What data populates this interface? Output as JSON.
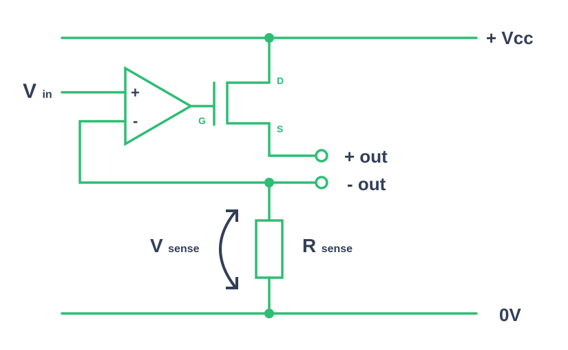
{
  "diagram": {
    "type": "circuit-schematic",
    "title": "Voltage-controlled current source with sense resistor",
    "colors": {
      "wire": "#2ebd74",
      "label": "#333f58",
      "background": "#ffffff"
    },
    "labels": {
      "vcc": "+ Vcc",
      "ground": "0V",
      "vin_main": "V",
      "vin_sub": "in",
      "plus_out": "+ out",
      "minus_out": "- out",
      "vsense_main": "V",
      "vsense_sub": "sense",
      "rsense_main": "R",
      "rsense_sub": "sense"
    },
    "opamp": {
      "plus_symbol": "+",
      "minus_symbol": "-"
    },
    "mosfet": {
      "gate": "G",
      "drain": "D",
      "source": "S"
    },
    "components": [
      "op-amp",
      "n-channel MOSFET",
      "sense resistor",
      "output terminals"
    ]
  }
}
